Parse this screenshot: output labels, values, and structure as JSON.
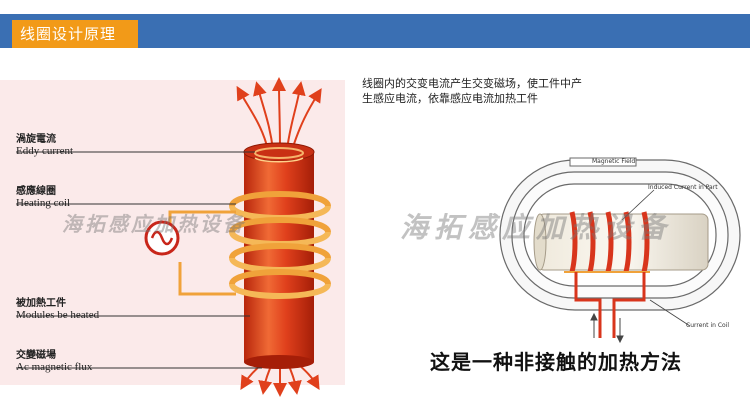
{
  "header": {
    "title": "线圈设计原理"
  },
  "left_labels": [
    {
      "zh": "渦旋電流",
      "en": "Eddy current"
    },
    {
      "zh": "感應線圈",
      "en": "Heating coil"
    },
    {
      "zh": "被加熱工件",
      "en": "Modules be heated"
    },
    {
      "zh": "交變磁場",
      "en": "Ac magnetic flux"
    }
  ],
  "intro": "线圈内的交变电流产生交变磁场，使工件中产生感应电流，依靠感应电流加热工件",
  "right_diagram": {
    "magnetic_field": "Magnetic Field",
    "induced_current": "Induced Current in Part",
    "current_in_coil": "Current in Coil"
  },
  "watermark": "海拓感应加热设备",
  "caption": "这是一种非接触的加热方法",
  "colors": {
    "header_blue": "#3a6fb3",
    "tab_orange": "#f29a18",
    "cylinder_red": "#e0401c",
    "coil_orange": "#f0a23a"
  }
}
